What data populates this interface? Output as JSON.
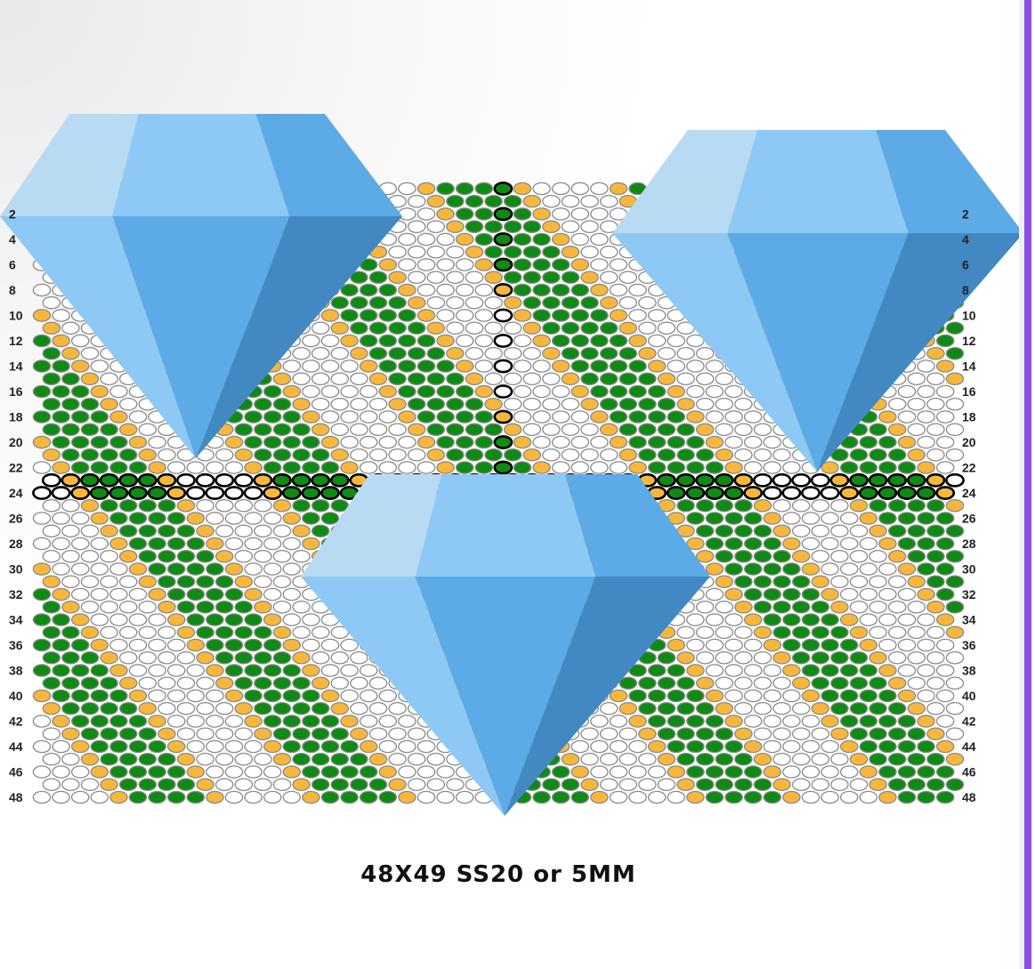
{
  "caption": "48X49 SS20 or 5MM",
  "pattern": {
    "columns": 48,
    "rows": 49,
    "row_labels": [
      "2",
      "4",
      "6",
      "8",
      "10",
      "12",
      "14",
      "16",
      "18",
      "20",
      "22",
      "24",
      "26",
      "28",
      "30",
      "32",
      "34",
      "36",
      "38",
      "40",
      "42",
      "44",
      "46",
      "48"
    ],
    "stripe_sequence": [
      "yellow",
      "green",
      "green",
      "green",
      "green",
      "yellow",
      "white",
      "white",
      "white",
      "white"
    ],
    "highlight_rows": [
      23,
      24
    ],
    "highlight_column": 24,
    "colors": {
      "green": "#0f8a14",
      "yellow": "#f6b73c",
      "white": "#ffffff",
      "outline": "#8a8a8a",
      "highlight": "#000000"
    }
  },
  "diamond_colors": {
    "top_left": "#b8daf3",
    "top_mid": "#8dc9f4",
    "top_right": "#5caae6",
    "low_left": "#8dc9f4",
    "low_mid": "#5caae6",
    "low_right": "#4289c3"
  },
  "accent": "#8b4de6"
}
